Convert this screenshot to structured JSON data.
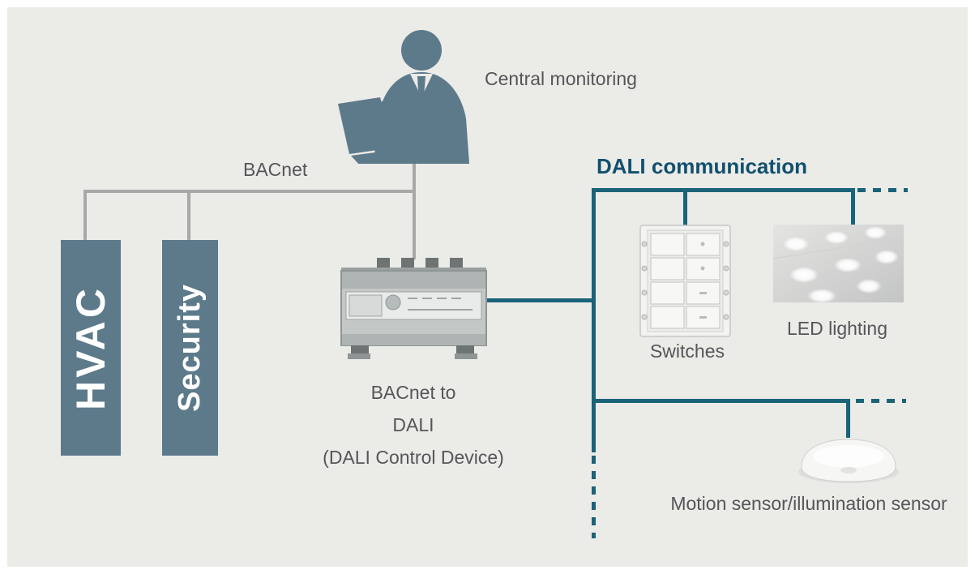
{
  "colors": {
    "background": "#ebebe8",
    "slate_blue": "#5d7a8b",
    "dali_line_teal": "#1a6378",
    "heading_teal": "#11506e",
    "bacnet_line_gray": "#a8a8a8",
    "text_gray": "#55565a"
  },
  "icons": {
    "central_monitoring": "person-laptop-icon",
    "gateway": "din-rail-device-icon",
    "switches": "wall-switch-panel-icon",
    "led_lighting": "led-ceiling-icon",
    "motion_sensor": "ceiling-sensor-icon"
  },
  "monitoring": {
    "label": "Central monitoring"
  },
  "bacnet": {
    "label": "BACnet"
  },
  "systems": {
    "hvac": "HVAC",
    "security": "Security"
  },
  "gateway": {
    "lines": [
      "BACnet to",
      "DALI",
      "(DALI Control Device)"
    ]
  },
  "dali": {
    "heading": "DALI communication",
    "devices": {
      "switches": "Switches",
      "led": "LED lighting",
      "sensor": "Motion sensor/illumination sensor"
    }
  }
}
